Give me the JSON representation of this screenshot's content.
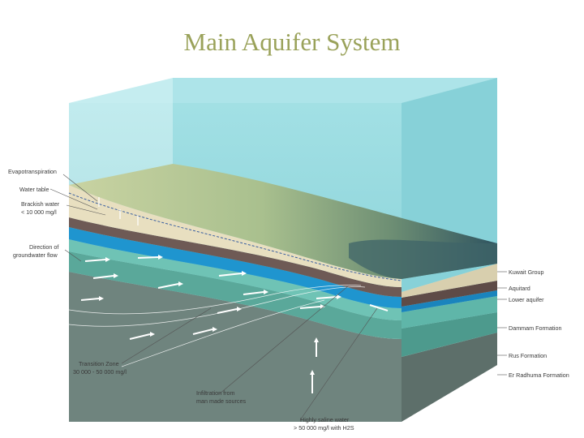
{
  "title": "Main Aquifer System",
  "labels_left": {
    "evapotranspiration": "Evapotranspiration",
    "water_table": "Water table",
    "brackish_line1": "Brackish water",
    "brackish_line2": "< 10 000 mg/l",
    "direction_line1": "Direction of",
    "direction_line2": "groundwater flow",
    "transition_line1": "Transition Zone",
    "transition_line2": "30 000 - 50 000 mg/l",
    "infiltration_line1": "Infiltration from",
    "infiltration_line2": "man made sources",
    "saline_line1": "Highly saline water",
    "saline_line2": "> 50 000 mg/l with H2S"
  },
  "labels_right": {
    "kuwait_group": "Kuwait Group",
    "aquitard": "Aquitard",
    "lower_aquifer": "Lower aquifer",
    "dammam": "Dammam Formation",
    "rus": "Rus Formation",
    "er_radhuma": "Er Radhuma Formation"
  },
  "colors": {
    "title": "#9aa25a",
    "water_box": "#7fd3d8",
    "kuwait_group": "#e8dfc0",
    "aquitard": "#6e5a55",
    "lower_aquifer": "#1f95cf",
    "dammam": "#6fc3b5",
    "rus": "#5aa89a",
    "er_radhuma": "#6f847e",
    "surface": "#b7c89a"
  }
}
